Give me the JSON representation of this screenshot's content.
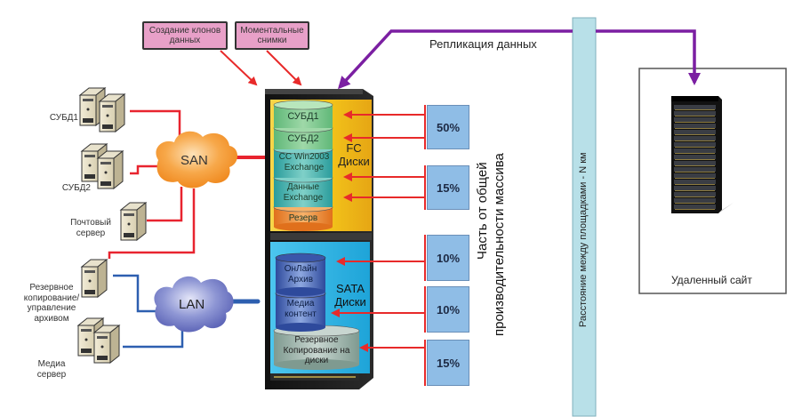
{
  "top_boxes": {
    "clones": "Создание клонов данных",
    "snapshots": "Моментальные снимки"
  },
  "replication_label": "Репликация данных",
  "servers": [
    {
      "id": "dbms1",
      "label": "СУБД1"
    },
    {
      "id": "dbms2",
      "label": "СУБД2"
    },
    {
      "id": "mail",
      "label": "Почтовый сервер"
    },
    {
      "id": "backup",
      "label": "Резервное копирование/ управление архивом"
    },
    {
      "id": "media",
      "label": "Медиа сервер"
    }
  ],
  "networks": {
    "san": "SAN",
    "lan": "LAN"
  },
  "array": {
    "fc_tier": {
      "label_line1": "FC",
      "label_line2": "Диски",
      "volumes": [
        "СУБД1",
        "СУБД2",
        "CC Win2003 Exchange",
        "Данные Exchange",
        "Резерв"
      ]
    },
    "sata_tier": {
      "label_line1": "SATA",
      "label_line2": "Диски",
      "volumes": [
        "ОнЛайн Архив",
        "Медиа контент",
        "Резервное Копирование на диски"
      ]
    }
  },
  "performance_shares": [
    "50%",
    "15%",
    "10%",
    "10%",
    "15%"
  ],
  "performance_caption_line1": "Часть от общей",
  "performance_caption_line2": "производительности массива",
  "distance_label": "Расстояние между площадками - N км",
  "remote_site_label": "Удаленный сайт",
  "colors": {
    "san_link": "#e8242f",
    "lan_link": "#2d5fb0",
    "replication": "#7b1fa2",
    "arrow": "#e82a2a",
    "fc_bg": "#f2c21a",
    "sata_bg": "#27b3e6",
    "pct_box": "#8fbde6",
    "distance_band": "#b8e0e8",
    "label_box": "#e8a0c8"
  }
}
